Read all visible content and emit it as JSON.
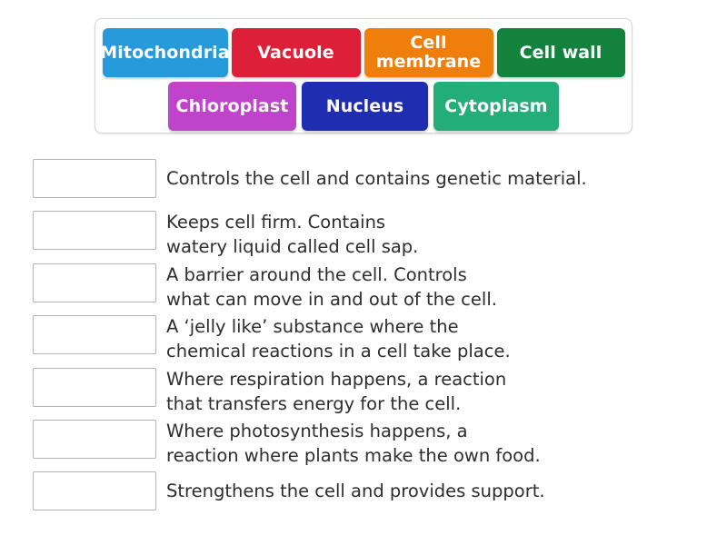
{
  "tile_bank": {
    "name": "word-tile-bank",
    "rows": [
      [
        {
          "label": "Mitochondria",
          "color": "#269ada",
          "width_class": "w138"
        },
        {
          "label": "Vacuole",
          "color": "#de1f38",
          "width_class": "w142"
        },
        {
          "label": "Cell\nmembrane",
          "color": "#f07e0b",
          "width_class": "w142"
        },
        {
          "label": "Cell wall",
          "color": "#12823c",
          "width_class": "w141"
        }
      ],
      [
        {
          "label": "Chloroplast",
          "color": "#c043cc",
          "width_class": "w141"
        },
        {
          "label": "Nucleus",
          "color": "#1f2db0",
          "width_class": "w139"
        },
        {
          "label": "Cytoplasm",
          "color": "#23ad78",
          "width_class": "w138"
        }
      ]
    ]
  },
  "answers": [
    {
      "box_value": "",
      "definition": "Controls the cell and contains genetic material.",
      "lines": 1
    },
    {
      "box_value": "",
      "definition": "Keeps cell firm. Contains\nwatery liquid called cell sap.",
      "lines": 2
    },
    {
      "box_value": "",
      "definition": "A barrier around the cell. Controls\nwhat can move in and out of the cell.",
      "lines": 2
    },
    {
      "box_value": "",
      "definition": "A ‘jelly like’ substance where the\nchemical reactions in a cell take place.",
      "lines": 2
    },
    {
      "box_value": "",
      "definition": "Where respiration happens, a reaction\nthat transfers energy for the cell.",
      "lines": 2
    },
    {
      "box_value": "",
      "definition": "Where photosynthesis happens, a\nreaction where plants make the own food.",
      "lines": 2
    },
    {
      "box_value": "",
      "definition": "Strengthens the cell and provides support.",
      "lines": 1
    }
  ],
  "colors": {
    "page_background": "#ffffff",
    "bank_border": "#d6d6d6",
    "drop_zone_border": "#b4b4b4",
    "text": "#2d2d2d"
  }
}
